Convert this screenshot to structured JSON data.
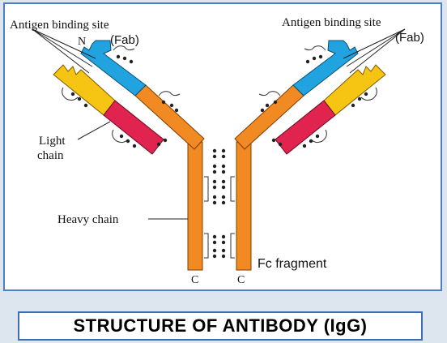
{
  "labels": {
    "antigen_left": "Antigen binding site",
    "fab_left": "(Fab)",
    "n_terminal": "N",
    "antigen_right": "Antigen binding site",
    "fab_right": "(Fab)",
    "light_line1": "Light",
    "light_line2": "chain",
    "heavy_chain": "Heavy chain",
    "fc_fragment": "Fc fragment",
    "c_left": "C",
    "c_right": "C"
  },
  "title": "STRUCTURE OF ANTIBODY (IgG)",
  "colors": {
    "heavy": "#f28a24",
    "light": "#f6c514",
    "variable": "#21a3e0",
    "constant_light": "#e0234f",
    "frame": "#4d7fc1",
    "background": "#dde6ef"
  }
}
